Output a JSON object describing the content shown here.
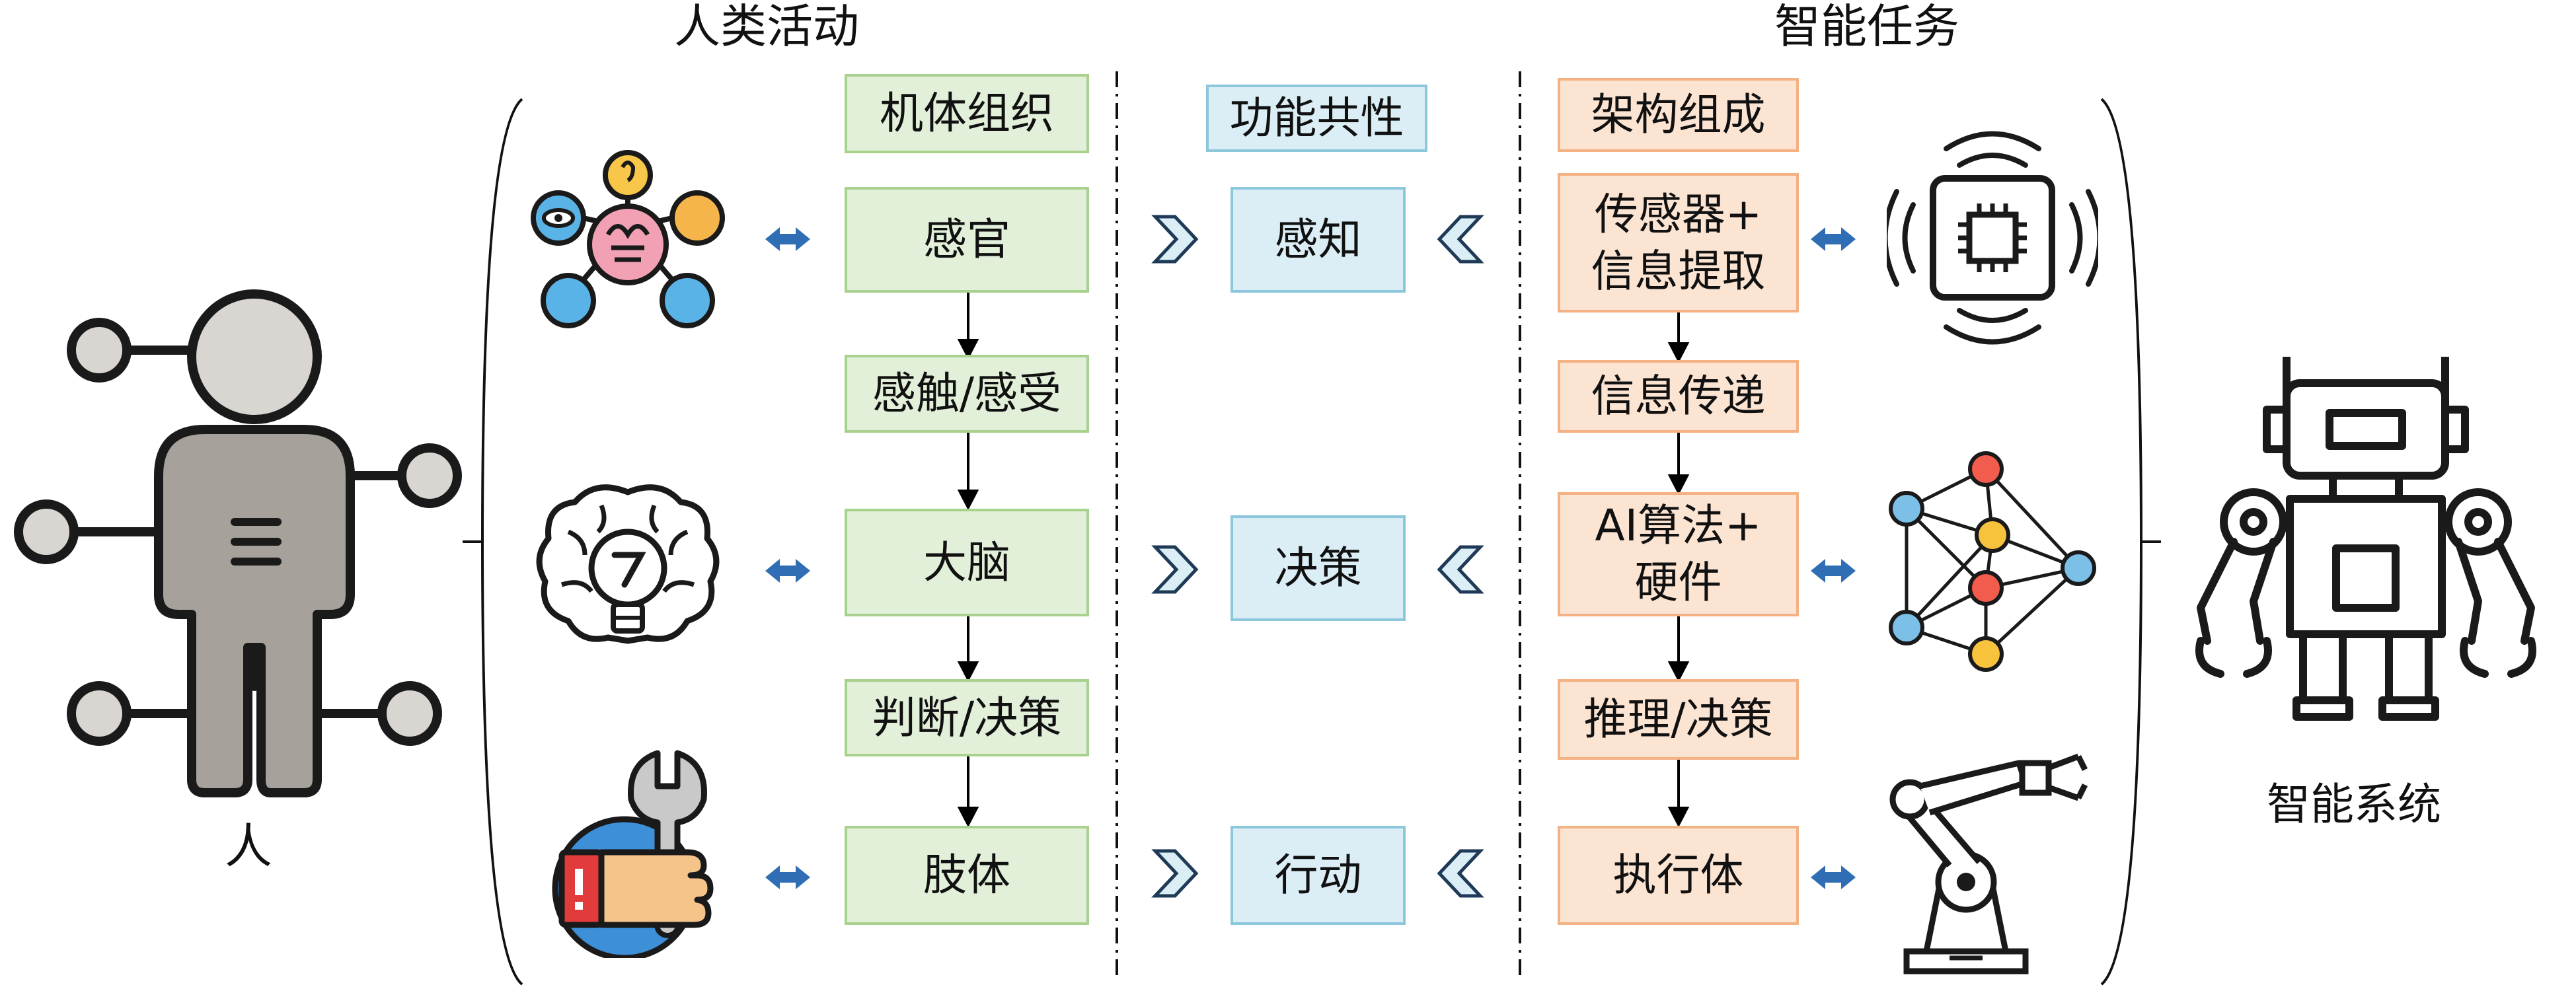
{
  "headers": {
    "human_activity": "人类活动",
    "intelligent_task": "智能任务"
  },
  "captions": {
    "human": "人",
    "intelligent_system": "智能系统"
  },
  "body_column": {
    "title": "机体组织",
    "items": [
      "感官",
      "大脑",
      "肢体"
    ],
    "links": [
      "感触/感受",
      "判断/决策"
    ]
  },
  "function_column": {
    "title": "功能共性",
    "items": [
      "感知",
      "决策",
      "行动"
    ]
  },
  "architecture_column": {
    "title": "架构组成",
    "items": [
      "传感器+\n信息提取",
      "AI算法+\n硬件",
      "执行体"
    ],
    "links": [
      "信息传递",
      "推理/决策"
    ]
  },
  "icons": {
    "human": "human-figure-icon",
    "senses": "five-senses-icon",
    "brain": "brain-bulb-icon",
    "hand": "hand-wrench-icon",
    "sensor": "chip-sensor-icon",
    "network": "neural-network-icon",
    "arm": "robot-arm-icon",
    "robot": "robot-icon"
  },
  "colors": {
    "green_fill": "#e2efd9",
    "blue_fill": "#dbeef6",
    "orange_fill": "#fce4d3",
    "arrow_blue": "#2f6db5"
  }
}
